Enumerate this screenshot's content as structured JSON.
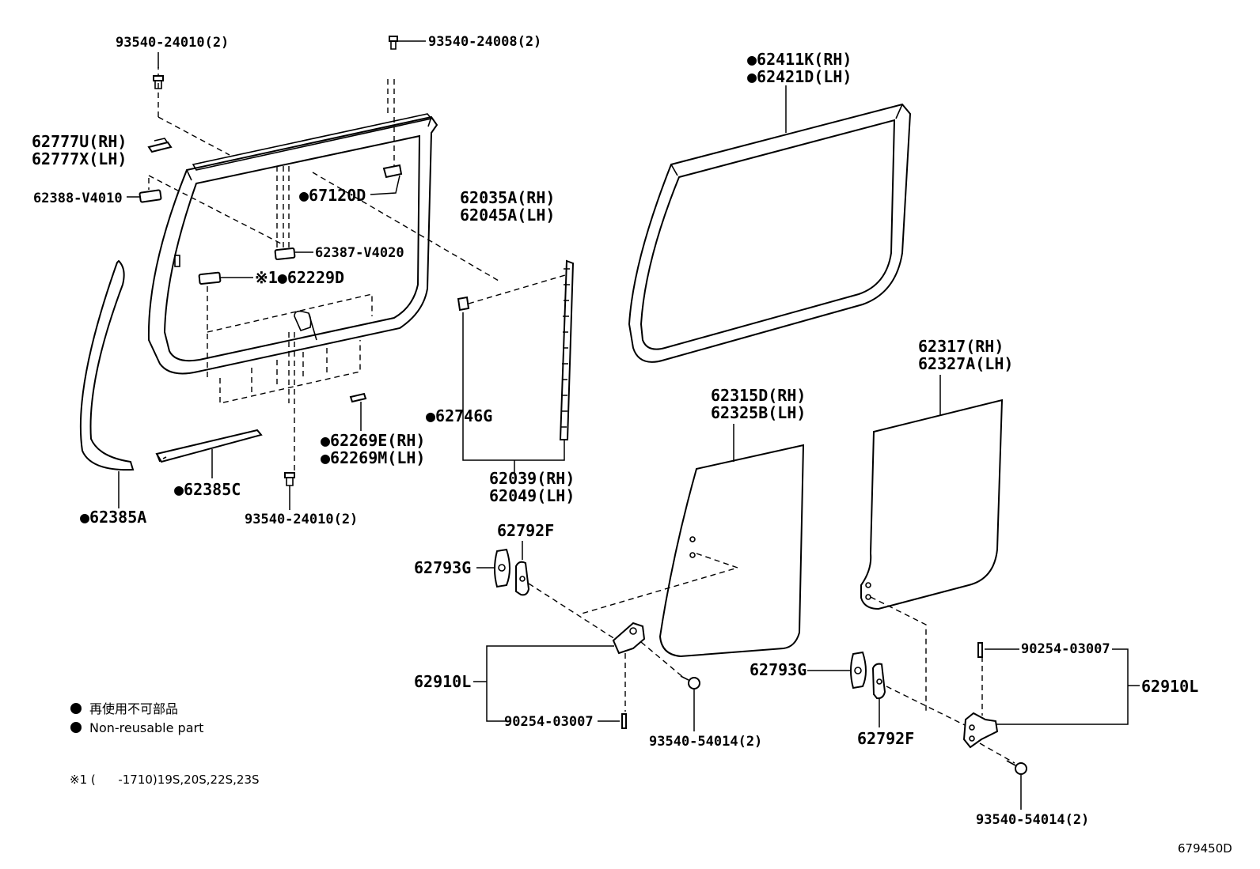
{
  "labels": {
    "screw_top_left": "93540-24010(2)",
    "screw_top_mid": "93540-24008(2)",
    "clip_62777": [
      "62777U(RH)",
      "62777X(LH)"
    ],
    "clip_62388": "62388-V4010",
    "part_67120": "●67120D",
    "frame_62035": [
      "62035A(RH)",
      "62045A(LH)"
    ],
    "clip_62387": "62387-V4020",
    "part_62229": "※1●62229D",
    "part_62269": [
      "●62269E(RH)",
      "●62269M(LH)"
    ],
    "part_62746": "●62746G",
    "part_62385C": "●62385C",
    "part_62385A": "●62385A",
    "screw_bottom": "93540-24010(2)",
    "channel_62039": [
      "62039(RH)",
      "62049(LH)"
    ],
    "weather_62411": [
      "●62411K(RH)",
      "●62421D(LH)"
    ],
    "glass_62317": [
      "62317(RH)",
      "62327A(LH)"
    ],
    "glass_62315": [
      "62315D(RH)",
      "62325B(LH)"
    ],
    "part_62792F_a": "62792F",
    "part_62793G_a": "62793G",
    "part_62910L_a": "62910L",
    "pin_90254_a": "90254-03007",
    "screw_93540_54014_a": "93540-54014(2)",
    "part_62793G_b": "62793G",
    "part_62792F_b": "62792F",
    "pin_90254_b": "90254-03007",
    "part_62910L_b": "62910L",
    "screw_93540_54014_b": "93540-54014(2)"
  },
  "legend": {
    "jp": "再使用不可部品",
    "en": "Non-reusable part",
    "note": "※1 (      -1710)19S,20S,22S,23S"
  },
  "figure_id": "679450D"
}
